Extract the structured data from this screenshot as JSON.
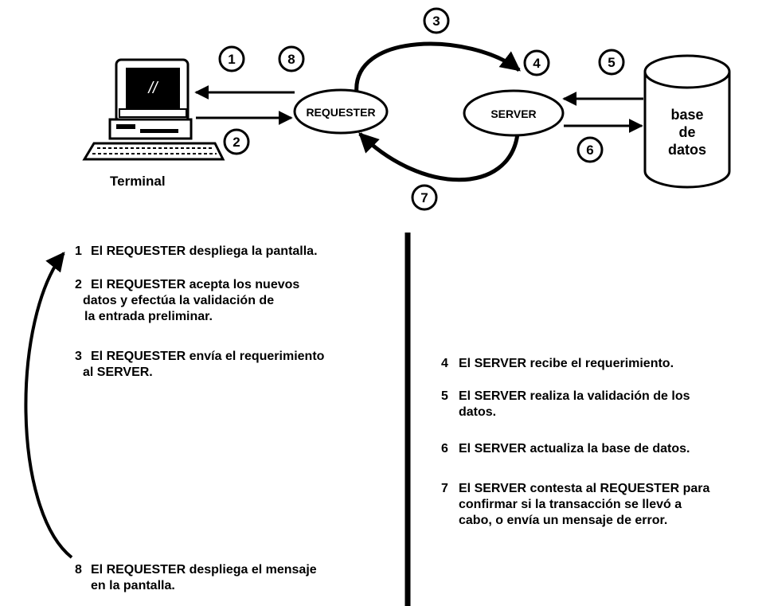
{
  "diagram": {
    "terminal_label": "Terminal",
    "screen_glyph": "//",
    "requester_label": "REQUESTER",
    "server_label": "SERVER",
    "database_lines": [
      "base",
      "de",
      "datos"
    ],
    "badges": [
      "1",
      "8",
      "2",
      "3",
      "4",
      "5",
      "6",
      "7"
    ]
  },
  "steps_left": [
    {
      "num": "1",
      "lines": [
        "El REQUESTER despliega la pantalla."
      ]
    },
    {
      "num": "2",
      "lines": [
        "El REQUESTER acepta los nuevos",
        "datos y efectúa la validación de",
        "la entrada preliminar."
      ]
    },
    {
      "num": "3",
      "lines": [
        "El REQUESTER envía el requerimiento",
        "al SERVER."
      ]
    },
    {
      "num": "8",
      "lines": [
        "El REQUESTER despliega el mensaje",
        "en la pantalla."
      ]
    }
  ],
  "steps_right": [
    {
      "num": "4",
      "lines": [
        "El SERVER recibe el requerimiento."
      ]
    },
    {
      "num": "5",
      "lines": [
        "El SERVER realiza la validación de los",
        "datos."
      ]
    },
    {
      "num": "6",
      "lines": [
        "El SERVER actualiza la base de datos."
      ]
    },
    {
      "num": "7",
      "lines": [
        "El SERVER  contesta al REQUESTER para",
        "confirmar si la transacción se llevó a",
        "cabo, o envía un mensaje de error."
      ]
    }
  ]
}
